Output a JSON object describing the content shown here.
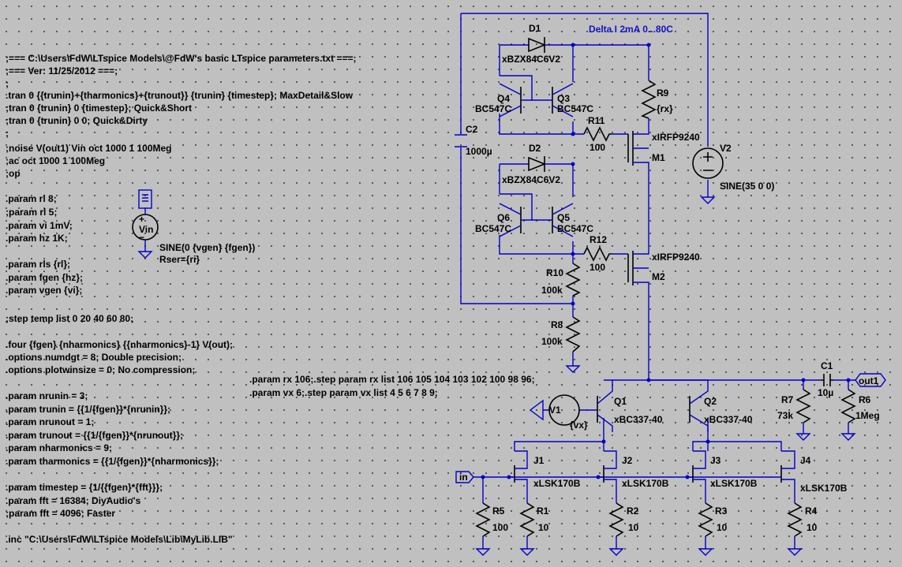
{
  "directives": [
    ";=== C:\\Users\\FdW\\LTspice Models\\@FdW's basic LTspice parameters.txt ===;",
    ";=== Ver: 11/25/2012 ===;",
    ";",
    ".tran 0 {{trunin}+{tharmonics}+{trunout}} {trunin} {timestep}; MaxDetail&Slow",
    ";tran 0 {trunin} 0 {timestep}; Quick&Short",
    ";tran 0 {trunin} 0 0; Quick&Dirty",
    ";",
    ";noise V(out1) Vin oct 1000 1 100Meg",
    ";ac oct 1000 1 100Meg",
    ";op",
    ".param rl 8;",
    ";param rl 5;",
    ".param vi 1mV;",
    ".param hz 1K;",
    ".param rls {rl};",
    ".param fgen {hz};",
    ".param vgen {vi};",
    ";step temp list 0 20 40 60 80;",
    ".four {fgen} {nharmonics} {{nharmonics}-1} V(out);",
    ".options numdgt = 8; Double precision;",
    ".options plotwinsize = 0; No compression;",
    ".param nrunin = 3;",
    ".param trunin = {{1/{fgen}}*{nrunin}};",
    ".param nrunout = 1;",
    ".param trunout = {{1/{fgen}}*{nrunout}};",
    ".param nharmonics = 9;",
    ".param tharmonics = {{1/{fgen}}*{nharmonics}};",
    ".param timestep = {1/{{fgen}*{fft}}};",
    ".param fft = 16384; DiyAudio's",
    ";param fft = 4096; Faster",
    ".inc \"C:\\Users\\FdW\\LTspice Models\\Lib\\MyLib.LIB\""
  ],
  "step_directives": [
    ".param rx 106;.step param rx list 106 105 104 103 102 100 98 96;",
    ".param vx 6;.step param vx list 4 5 6 7 8 9;"
  ],
  "title_note": "Delta I 2mA 0...80C",
  "vin": {
    "name": "Vin",
    "value": "SINE(0 {vgen} {fgen})",
    "rser": "Rser={ri}"
  },
  "v2": {
    "name": "V2",
    "value": "SINE(35 0 0)"
  },
  "v1": {
    "name": "V1",
    "value": "{vx}"
  },
  "diodes": [
    {
      "name": "D1",
      "model": "xBZX84C6V2"
    },
    {
      "name": "D2",
      "model": "xBZX84C6V2"
    }
  ],
  "bjts": [
    {
      "name": "Q4",
      "model": "BC547C"
    },
    {
      "name": "Q3",
      "model": "BC547C"
    },
    {
      "name": "Q6",
      "model": "BC547C"
    },
    {
      "name": "Q5",
      "model": "BC547C"
    },
    {
      "name": "Q1",
      "model": "xBC337-40"
    },
    {
      "name": "Q2",
      "model": "xBC337-40"
    }
  ],
  "mosfets": [
    {
      "name": "M1",
      "model": "xIRFP9240"
    },
    {
      "name": "M2",
      "model": "xIRFP9240"
    }
  ],
  "jfets": [
    {
      "name": "J1",
      "model": "xLSK170B"
    },
    {
      "name": "J2",
      "model": "xLSK170B"
    },
    {
      "name": "J3",
      "model": "xLSK170B"
    },
    {
      "name": "J4",
      "model": "xLSK170B"
    }
  ],
  "resistors": [
    {
      "name": "R9",
      "value": "{rx}"
    },
    {
      "name": "R11",
      "value": "100"
    },
    {
      "name": "R12",
      "value": "100"
    },
    {
      "name": "R10",
      "value": "100k"
    },
    {
      "name": "R8",
      "value": "100k"
    },
    {
      "name": "R7",
      "value": "73k"
    },
    {
      "name": "R6",
      "value": "1Meg"
    },
    {
      "name": "R5",
      "value": "100"
    },
    {
      "name": "R1",
      "value": "10"
    },
    {
      "name": "R2",
      "value": "10"
    },
    {
      "name": "R3",
      "value": "10"
    },
    {
      "name": "R4",
      "value": "10"
    }
  ],
  "capacitors": [
    {
      "name": "C2",
      "value": "1000µ"
    },
    {
      "name": "C1",
      "value": "10µ"
    }
  ],
  "labels": {
    "in": "in",
    "out1": "out1"
  }
}
